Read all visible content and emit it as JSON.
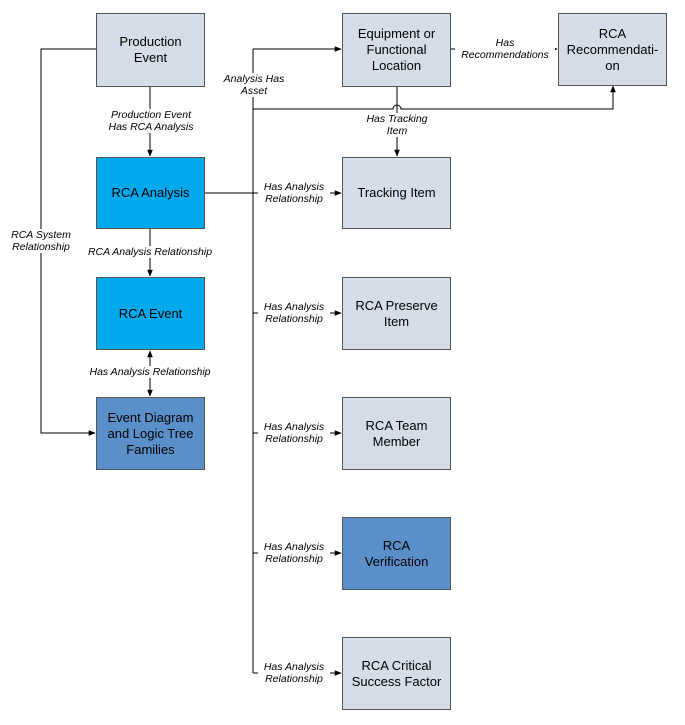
{
  "colors": {
    "light": "#d5dee8",
    "bright": "#00a9ec",
    "medium": "#5b8fc9",
    "stroke": "#555555",
    "line": "#000000"
  },
  "nodes": {
    "production_event": {
      "l1": "Production",
      "l2": "Event"
    },
    "rca_analysis": {
      "l1": "RCA Analysis"
    },
    "rca_event": {
      "l1": "RCA Event"
    },
    "event_diagram": {
      "l1": "Event Diagram",
      "l2": "and Logic Tree",
      "l3": "Families"
    },
    "equipment": {
      "l1": "Equipment or",
      "l2": "Functional",
      "l3": "Location"
    },
    "rca_recommendation": {
      "l1": "RCA",
      "l2": "Recommendati-",
      "l3": "on"
    },
    "tracking_item": {
      "l1": "Tracking Item"
    },
    "rca_preserve_item": {
      "l1": "RCA Preserve",
      "l2": "Item"
    },
    "rca_team_member": {
      "l1": "RCA Team",
      "l2": "Member"
    },
    "rca_verification": {
      "l1": "RCA",
      "l2": "Verification"
    },
    "rca_critical_success_factor": {
      "l1": "RCA Critical",
      "l2": "Success Factor"
    }
  },
  "edges": {
    "production_event_has_rca_analysis": {
      "l1": "Production Event",
      "l2": "Has RCA Analysis"
    },
    "rca_system_relationship": {
      "l1": "RCA System",
      "l2": "Relationship"
    },
    "rca_analysis_relationship": {
      "l1": "RCA Analysis Relationship"
    },
    "has_analysis_relationship_event": {
      "l1": "Has Analysis Relationship"
    },
    "analysis_has_asset": {
      "l1": "Analysis Has",
      "l2": "Asset"
    },
    "has_recommendations": {
      "l1": "Has",
      "l2": "Recommendations"
    },
    "has_tracking_item": {
      "l1": "Has Tracking",
      "l2": "Item"
    },
    "has_analysis_relationship_tracking": {
      "l1": "Has Analysis",
      "l2": "Relationship"
    },
    "has_analysis_relationship_preserve": {
      "l1": "Has Analysis",
      "l2": "Relationship"
    },
    "has_analysis_relationship_team": {
      "l1": "Has Analysis",
      "l2": "Relationship"
    },
    "has_analysis_relationship_verification": {
      "l1": "Has Analysis",
      "l2": "Relationship"
    },
    "has_analysis_relationship_csf": {
      "l1": "Has Analysis",
      "l2": "Relationship"
    }
  }
}
